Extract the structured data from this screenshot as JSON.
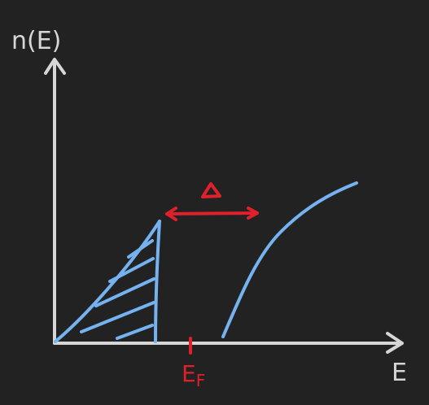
{
  "labels": {
    "y_axis": "n(E)",
    "x_axis": "E",
    "gap": "Δ",
    "fermi": "E",
    "fermi_sub": "F"
  },
  "colors": {
    "background": "#222222",
    "axes": "#d6d6d6",
    "band": "#75b2f0",
    "annotation": "#e0202c"
  }
}
